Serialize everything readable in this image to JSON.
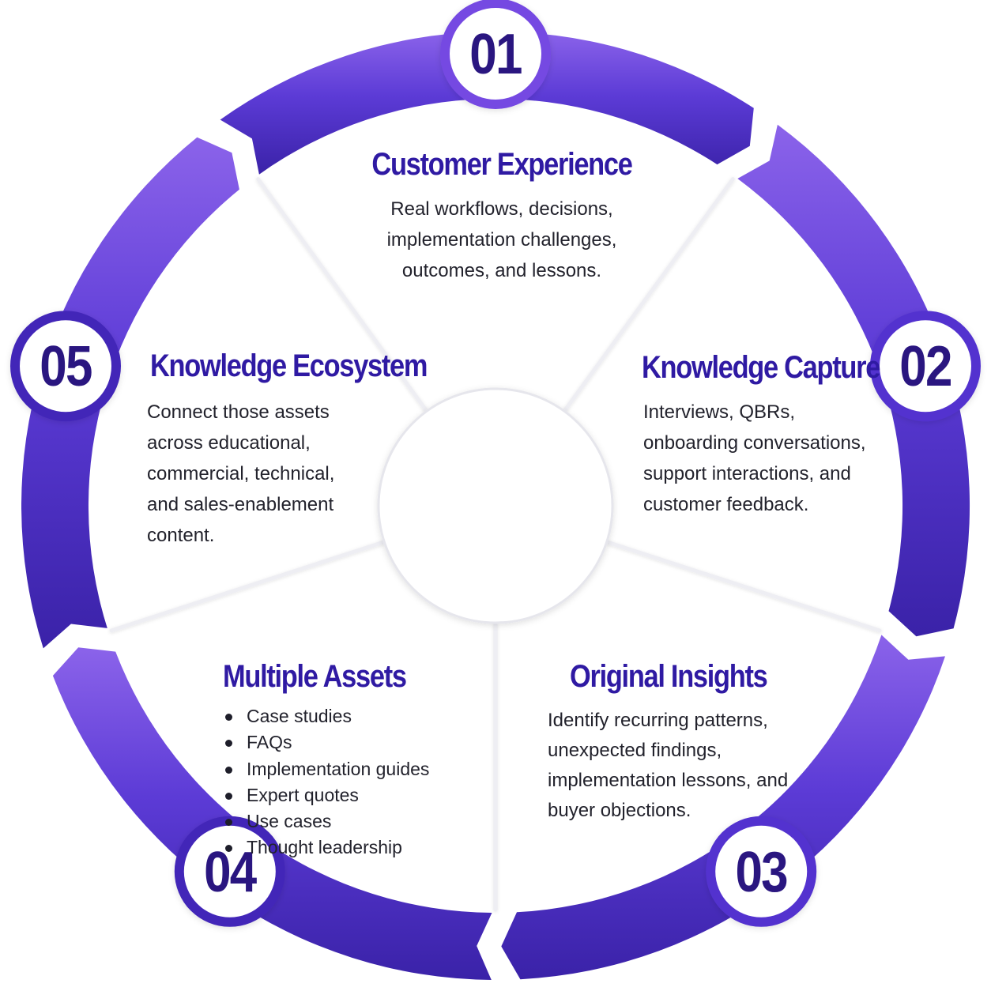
{
  "colors": {
    "ring_start": "#8b63ea",
    "ring_mid": "#5c3bd6",
    "ring_end": "#3a22a8",
    "title": "#2f1aa3",
    "badge_text": "#2a1680",
    "body_text": "#22222c"
  },
  "steps": [
    {
      "number": "01",
      "title": "Customer Experience",
      "description": "Real workflows, decisions, implementation challenges, outcomes, and lessons."
    },
    {
      "number": "02",
      "title": "Knowledge Capture",
      "description": "Interviews, QBRs, onboarding conversations, support interactions, and customer feedback."
    },
    {
      "number": "03",
      "title": "Original Insights",
      "description": "Identify recurring patterns, unexpected findings, implementation lessons, and buyer objections."
    },
    {
      "number": "04",
      "title": "Multiple Assets",
      "items": [
        "Case studies",
        "FAQs",
        "Implementation guides",
        "Expert quotes",
        "Use cases",
        "Thought leadership"
      ]
    },
    {
      "number": "05",
      "title": "Knowledge Ecosystem",
      "description": "Connect those assets across educational, commercial, technical, and sales-enablement content."
    }
  ]
}
